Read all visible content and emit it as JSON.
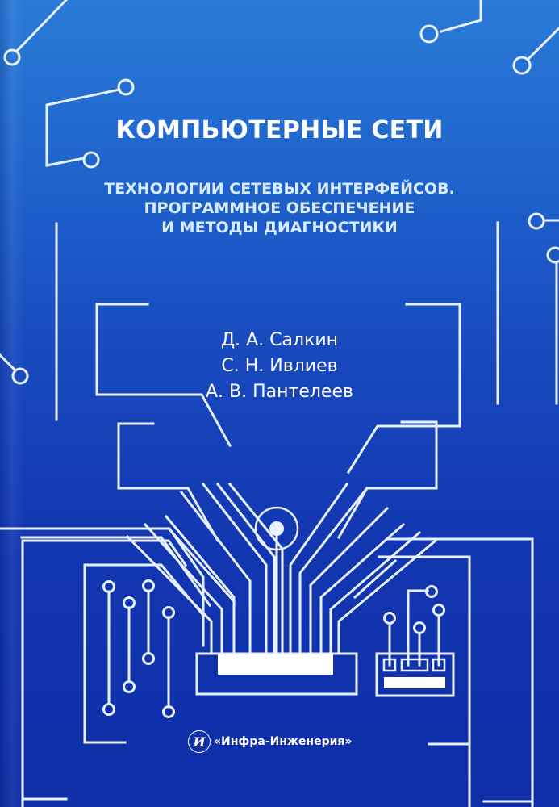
{
  "cover": {
    "title": "КОМПЬЮТЕРНЫЕ СЕТИ",
    "subtitle_lines": [
      "ТЕХНОЛОГИИ СЕТЕВЫХ ИНТЕРФЕЙСОВ.",
      "ПРОГРАММНОЕ ОБЕСПЕЧЕНИЕ",
      "И МЕТОДЫ ДИАГНОСТИКИ"
    ],
    "authors": [
      "Д. А. Салкин",
      "С. Н. Ивлиев",
      "А. В. Пантелеев"
    ],
    "publisher": {
      "logo_glyph": "И",
      "name": "«Инфра-Инженерия»"
    },
    "colors": {
      "background_top": "#2a7ad8",
      "background_bottom": "#0f2ea8",
      "line": "#e8f1ff",
      "title": "#ffffff",
      "subtitle": "#d9ecff"
    },
    "decoration": "circuit-board-traces"
  }
}
